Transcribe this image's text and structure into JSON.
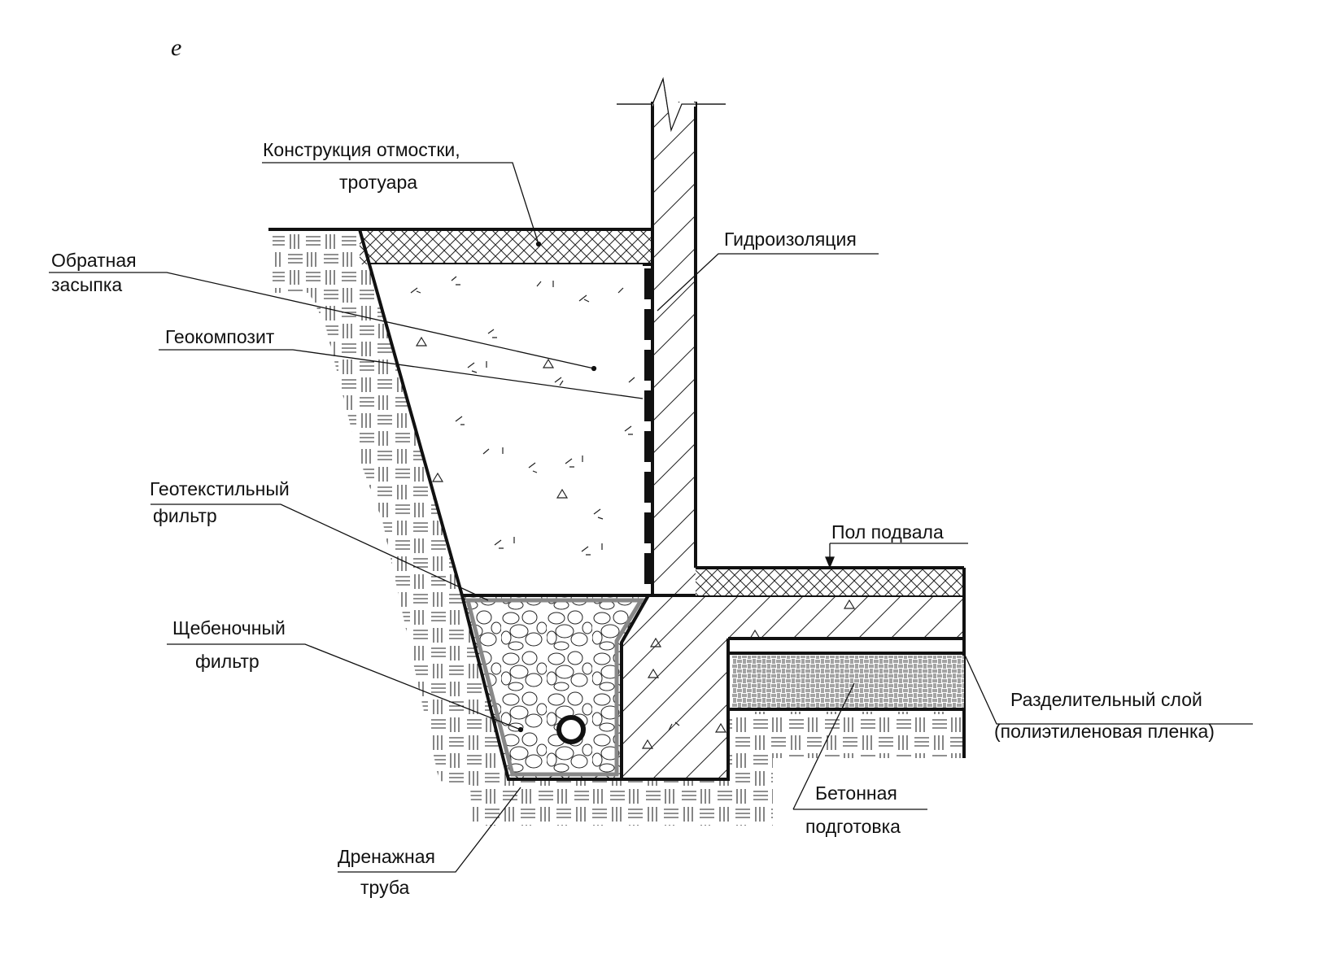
{
  "figure_letter": "e",
  "labels": {
    "pavement": [
      "Конструкция отмостки,",
      "тротуара"
    ],
    "waterproofing": [
      "Гидроизоляция"
    ],
    "backfill": [
      "Обратная",
      "засыпка"
    ],
    "geocomposite": [
      "Геокомпозит"
    ],
    "geotextile": [
      "Геотекстильный",
      "фильтр"
    ],
    "gravel": [
      "Щебеночный",
      "фильтр"
    ],
    "pipe": [
      "Дренажная",
      "труба"
    ],
    "basement_floor": [
      "Пол подвала"
    ],
    "separating_layer": [
      "Разделительный слой",
      "(полиэтиленовая пленка)"
    ],
    "concrete_prep": [
      "Бетонная",
      "подготовка"
    ]
  }
}
